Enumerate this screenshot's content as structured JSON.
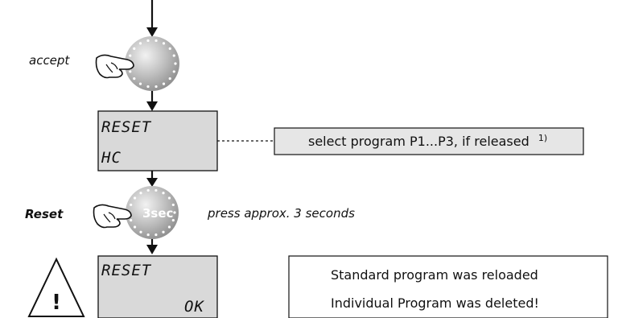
{
  "steps": {
    "accept_label": "accept",
    "reset_label": "Reset",
    "press_hint": "press approx. 3 seconds",
    "knob_badge": "3sec"
  },
  "display1": {
    "line1": "RESET",
    "line2": "HC"
  },
  "display2": {
    "line1": "RESET",
    "line2": "OK"
  },
  "select_note": {
    "text": "select program P1...P3, if released",
    "footnote": "1)"
  },
  "result_note": {
    "line1": "Standard program was reloaded",
    "line2": "Individual Program was deleted!"
  },
  "warning": {
    "glyph": "!"
  },
  "colors": {
    "lcd": "#d9d9d9",
    "knob": "#bcbcbc",
    "note_fill": "#e6e6e6"
  },
  "icons": [
    "hand-press-icon",
    "rotary-knob-icon",
    "warning-triangle-icon"
  ]
}
